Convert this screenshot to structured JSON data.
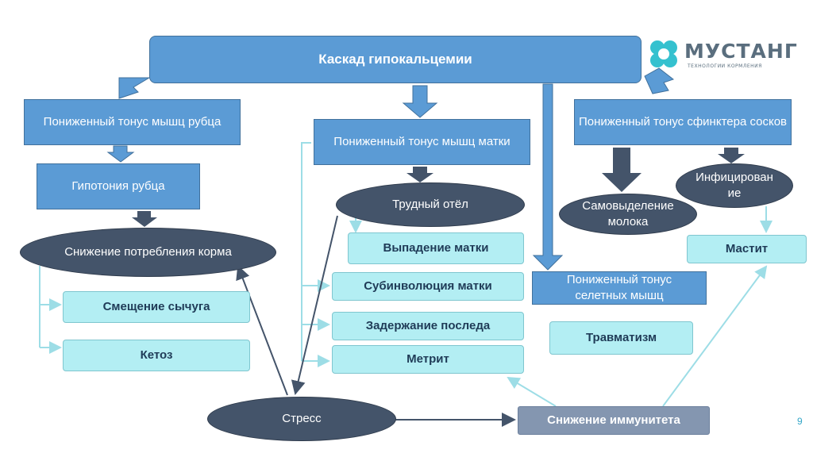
{
  "title": "Каскад гипокальцемии",
  "logo": {
    "name": "МУСТАНГ",
    "tagline": "ТЕХНОЛОГИИ КОРМЛЕНИЯ"
  },
  "nodes": {
    "rumen_tone": "Пониженный тонус мышц рубца",
    "rumen_hypotonia": "Гипотония рубца",
    "feed_intake_drop": "Снижение потребления корма",
    "abomasum_displacement": "Смещение сычуга",
    "ketosis": "Кетоз",
    "uterus_tone": "Пониженный тонус мышц матки",
    "difficult_calving": "Трудный отёл",
    "uterine_prolapse": "Выпадение матки",
    "uterine_subinvolution": "Субинволюция матки",
    "retained_placenta": "Задержание последа",
    "metritis": "Метрит",
    "teat_sphincter_tone": "Пониженный тонус сфинктера сосков",
    "milk_leakage": "Самовыделение молока",
    "infection": "Инфицирование",
    "mastitis": "Мастит",
    "skeletal_tone": "Пониженный тонус селетных мышц",
    "traumatism": "Травматизм",
    "stress": "Стресс",
    "immunity_drop": "Снижение иммунитета"
  },
  "slide_number": "9",
  "colors": {
    "blue_box": "#5b9bd5",
    "aqua_box": "#b3eef3",
    "dark_ellipse": "#44546a",
    "gray_box": "#8496b0",
    "connector_light": "#9ddde6",
    "connector_dark": "#44546a",
    "logo_teal": "#35c1cf"
  },
  "icons": [
    "logo-icon"
  ]
}
